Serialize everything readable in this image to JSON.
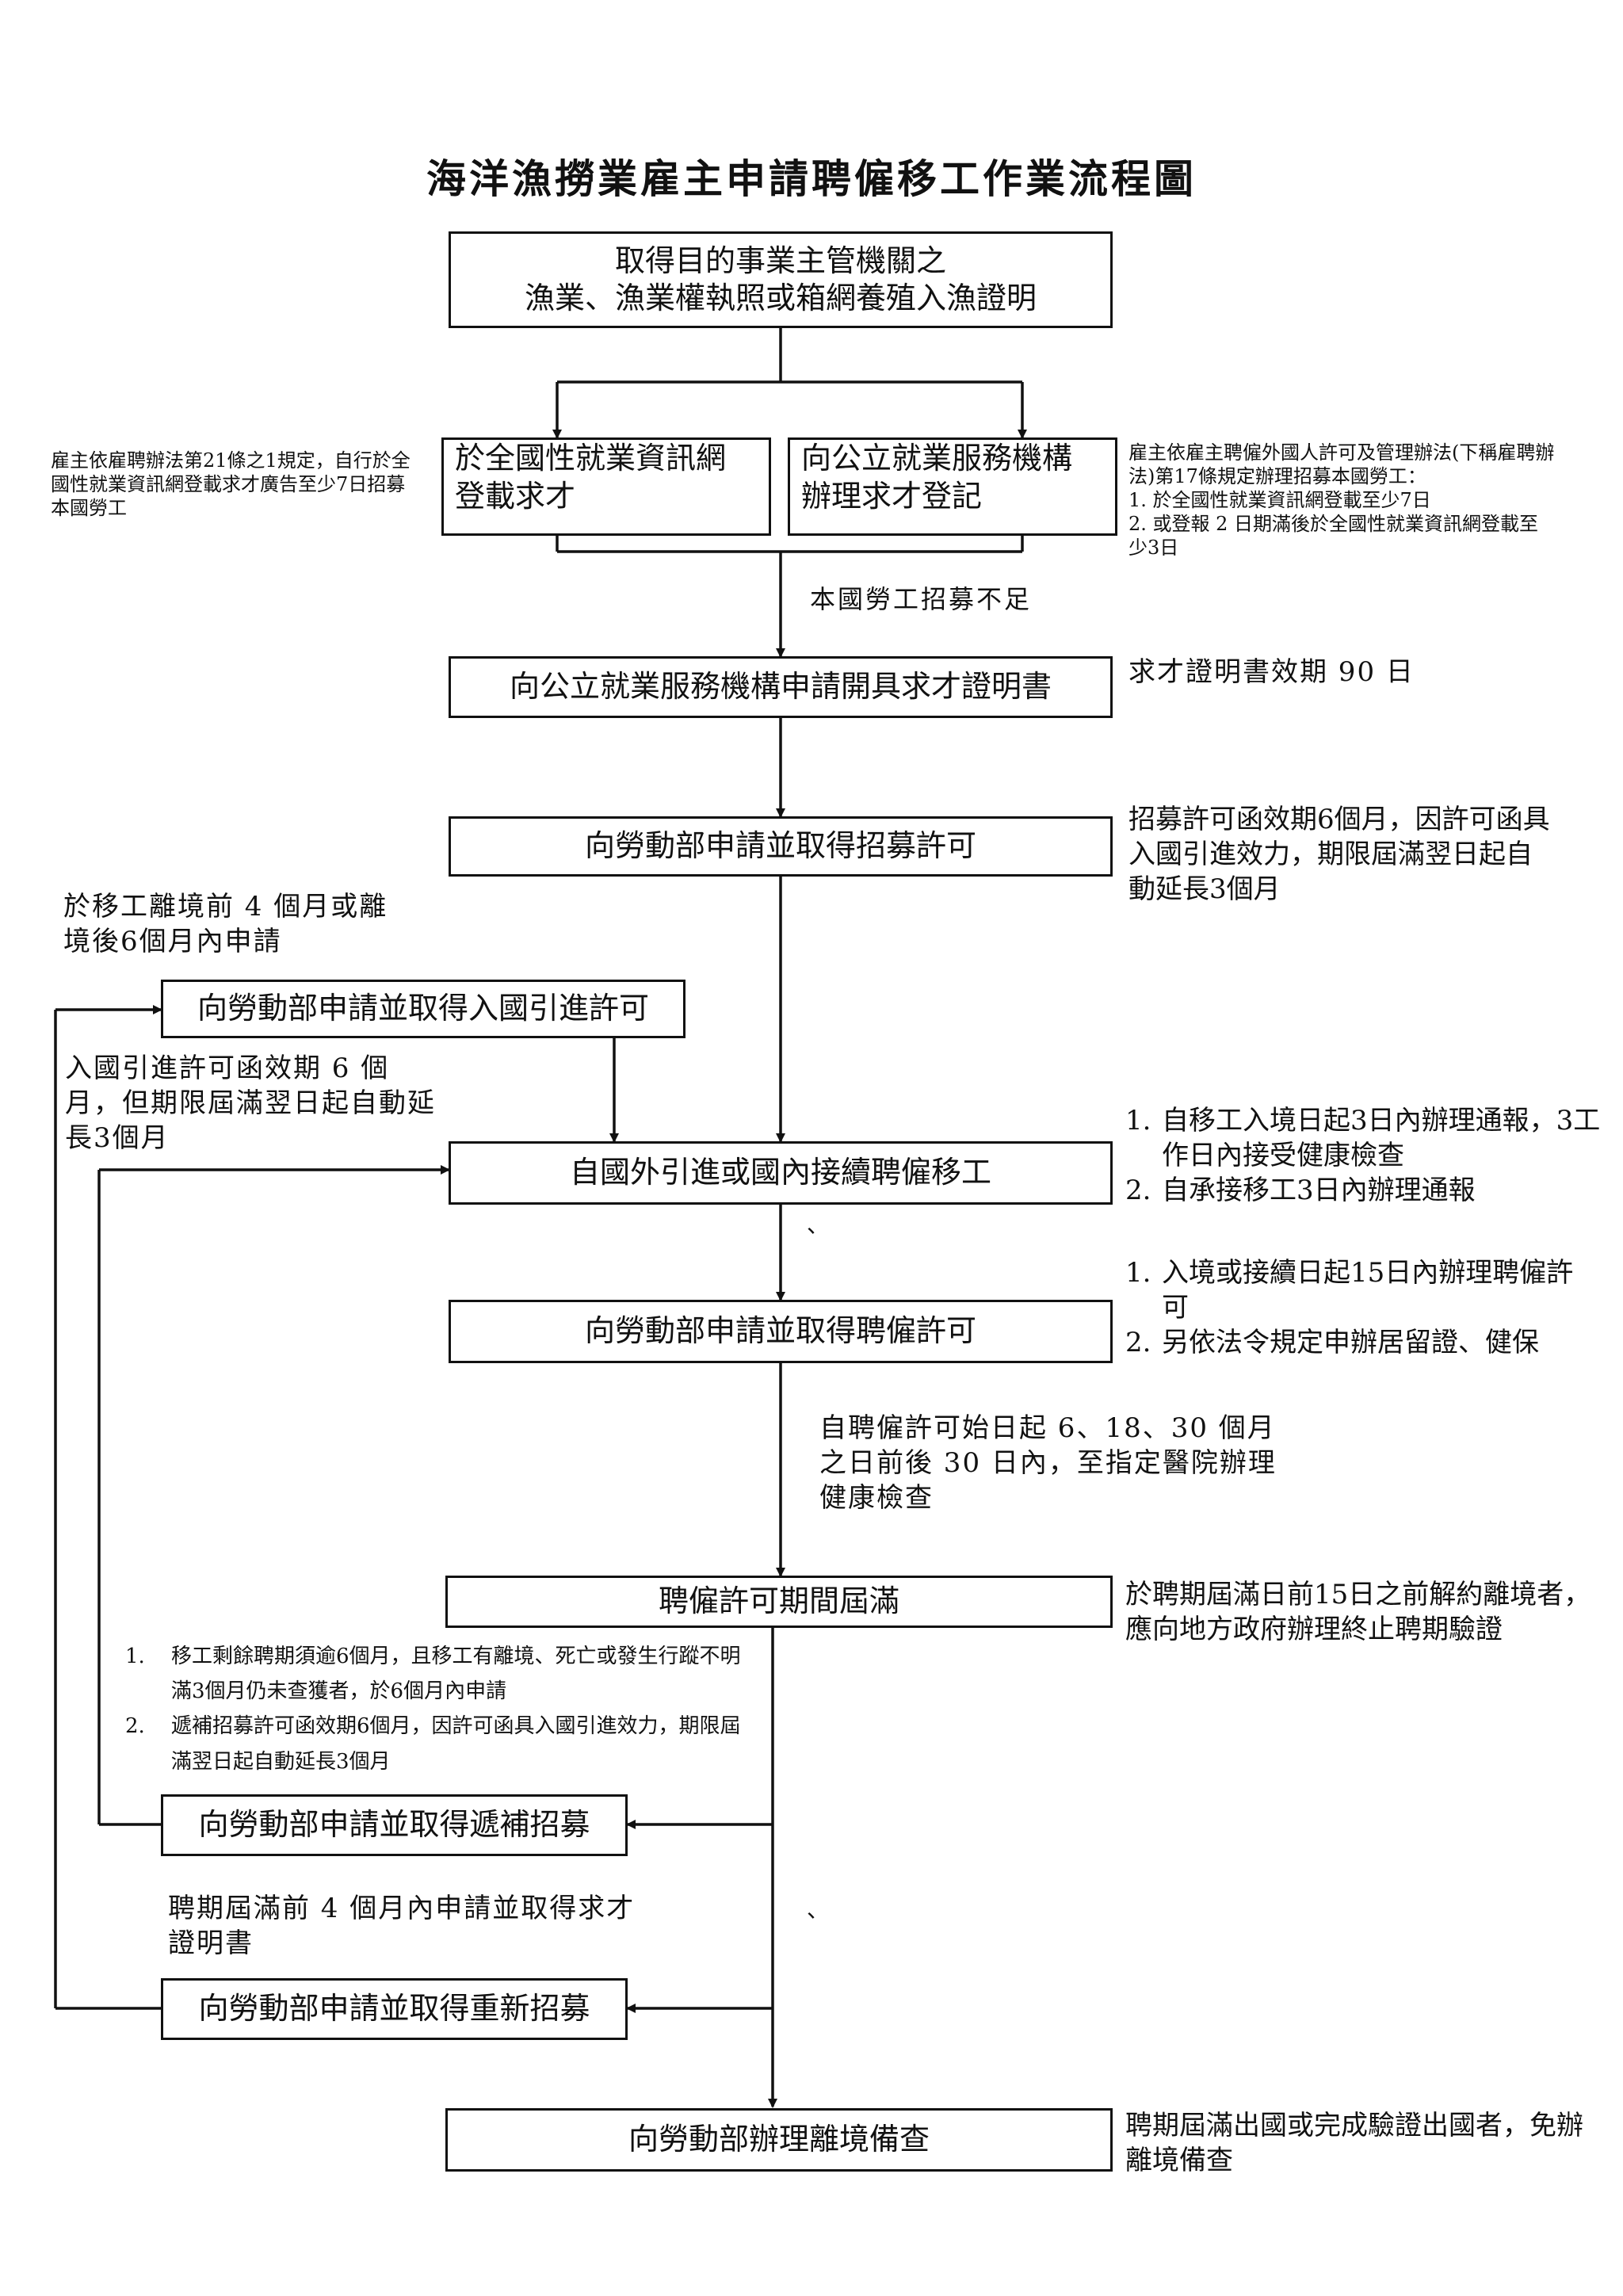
{
  "title": "海洋漁撈業雇主申請聘僱移工作業流程圖",
  "boxes": {
    "fishery_license_line1": "取得目的事業主管機關之",
    "fishery_license_line2": "漁業、漁業權執照或箱網養殖入漁證明",
    "national_job_site_line1": "於全國性就業資訊網",
    "national_job_site_line2": "登載求才",
    "public_service_line1": "向公立就業服務機構",
    "public_service_line2": "辦理求才登記",
    "job_certificate": "向公立就業服務機構申請開具求才證明書",
    "recruitment_permit": "向勞動部申請並取得招募許可",
    "entry_permit": "向勞動部申請並取得入國引進許可",
    "introduce_worker": "自國外引進或國內接續聘僱移工",
    "employment_permit": "向勞動部申請並取得聘僱許可",
    "permit_expire": "聘僱許可期間屆滿",
    "replacement_recruit": "向勞動部申請並取得遞補招募",
    "re_recruit": "向勞動部申請並取得重新招募",
    "departure_record": "向勞動部辦理離境備查"
  },
  "notes": {
    "left_article21": "雇主依雇聘辦法第21條之1規定，自行於全國性就業資訊網登載求才廣告至少7日招募本國勞工",
    "right_article17_intro": "雇主依雇主聘僱外國人許可及管理辦法(下稱雇聘辦法)第17條規定辦理招募本國勞工：",
    "right_article17_items": [
      "1. 於全國性就業資訊網登載至少7日",
      "2. 或登報 2 日期滿後於全國性就業資訊網登載至少3日"
    ],
    "insufficient": "本國勞工招募不足",
    "certificate_validity": "求才證明書效期 90 日",
    "recruitment_validity": "招募許可函效期6個月，因許可函具入國引進效力，期限屆滿翌日起自動延長3個月",
    "entry_apply_timing": "於移工離境前 4 個月或離境後6個月內申請",
    "entry_validity": "入國引進許可函效期 6 個月，但期限屆滿翌日起自動延長3個月",
    "introduce_items": [
      "自移工入境日起3日內辦理通報，3工作日內接受健康檢查",
      "自承接移工3日內辦理通報"
    ],
    "employment_items": [
      "入境或接續日起15日內辦理聘僱許可",
      "另依法令規定申辦居留證、健保"
    ],
    "health_check": "自聘僱許可始日起 6、18、30 個月之日前後 30 日內，至指定醫院辦理健康檢查",
    "expire_note": "於聘期屆滿日前15日之前解約離境者，應向地方政府辦理終止聘期驗證",
    "replacement_items": [
      "移工剩餘聘期須逾6個月，且移工有離境、死亡或發生行蹤不明滿3個月仍未查獲者，於6個月內申請",
      "遞補招募許可函效期6個月，因許可函具入國引進效力，期限屆滿翌日起自動延長3個月"
    ],
    "re_recruit_note": "聘期屆滿前 4 個月內申請並取得求才證明書",
    "departure_note": "聘期屆滿出國或完成驗證出國者，免辦離境備查",
    "tick": "、"
  },
  "list_numbers": [
    "1.",
    "2."
  ]
}
